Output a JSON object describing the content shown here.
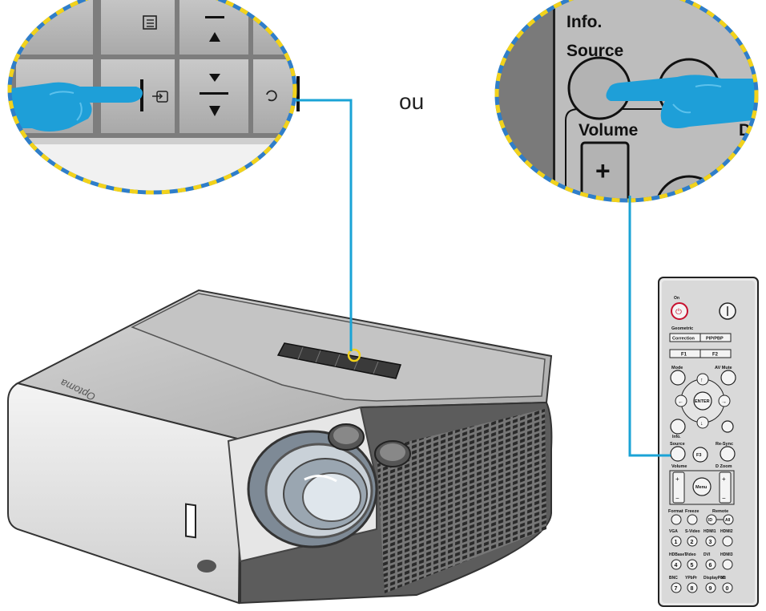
{
  "separator_text": "ou",
  "keypad_zoom": {
    "buttons": [
      "menu-icon",
      "up-arrow-icon",
      "source-icon",
      "down-arrow-icon",
      "resync-icon"
    ]
  },
  "remote_zoom": {
    "info_label": "Info.",
    "source_label": "Source",
    "volume_label": "Volume",
    "partial_label": "D",
    "plus_label": "+"
  },
  "projector": {
    "brand": "Optoma"
  },
  "remote": {
    "on_label": "On",
    "geometric_label": "Geometric",
    "correction_label": "Correction",
    "pip_label": "PIP/PBP",
    "f1_label": "F1",
    "f2_label": "F2",
    "mode_label": "Mode",
    "avmute_label": "AV Mute",
    "enter_label": "ENTER",
    "info_label": "Info.",
    "source_label": "Source",
    "f3_label": "F3",
    "resync_label": "Re-Sync",
    "volume_label": "Volume",
    "dzoom_label": "D Zoom",
    "menu_label": "Menu",
    "format_label": "Format",
    "freeze_label": "Freeze",
    "remote_label": "Remote",
    "id_label": "ID",
    "all_label": "All",
    "row1": [
      "VGA",
      "S-Video",
      "HDMI1",
      "HDMI2"
    ],
    "row2": [
      "HDBaseT",
      "Video",
      "DVI",
      "HDMI3"
    ],
    "row3": [
      "BNC",
      "YPbPr",
      "DisplayPort",
      "3D"
    ],
    "num1": [
      "1",
      "2",
      "3",
      ""
    ],
    "num2": [
      "4",
      "5",
      "6",
      ""
    ],
    "num3": [
      "7",
      "8",
      "9",
      "0"
    ]
  },
  "colors": {
    "callout_line": "#1aa3d6",
    "zoom_border_blue": "#2f7ec9",
    "zoom_border_yellow": "#f2d21b",
    "hand": "#1e9fd8"
  }
}
